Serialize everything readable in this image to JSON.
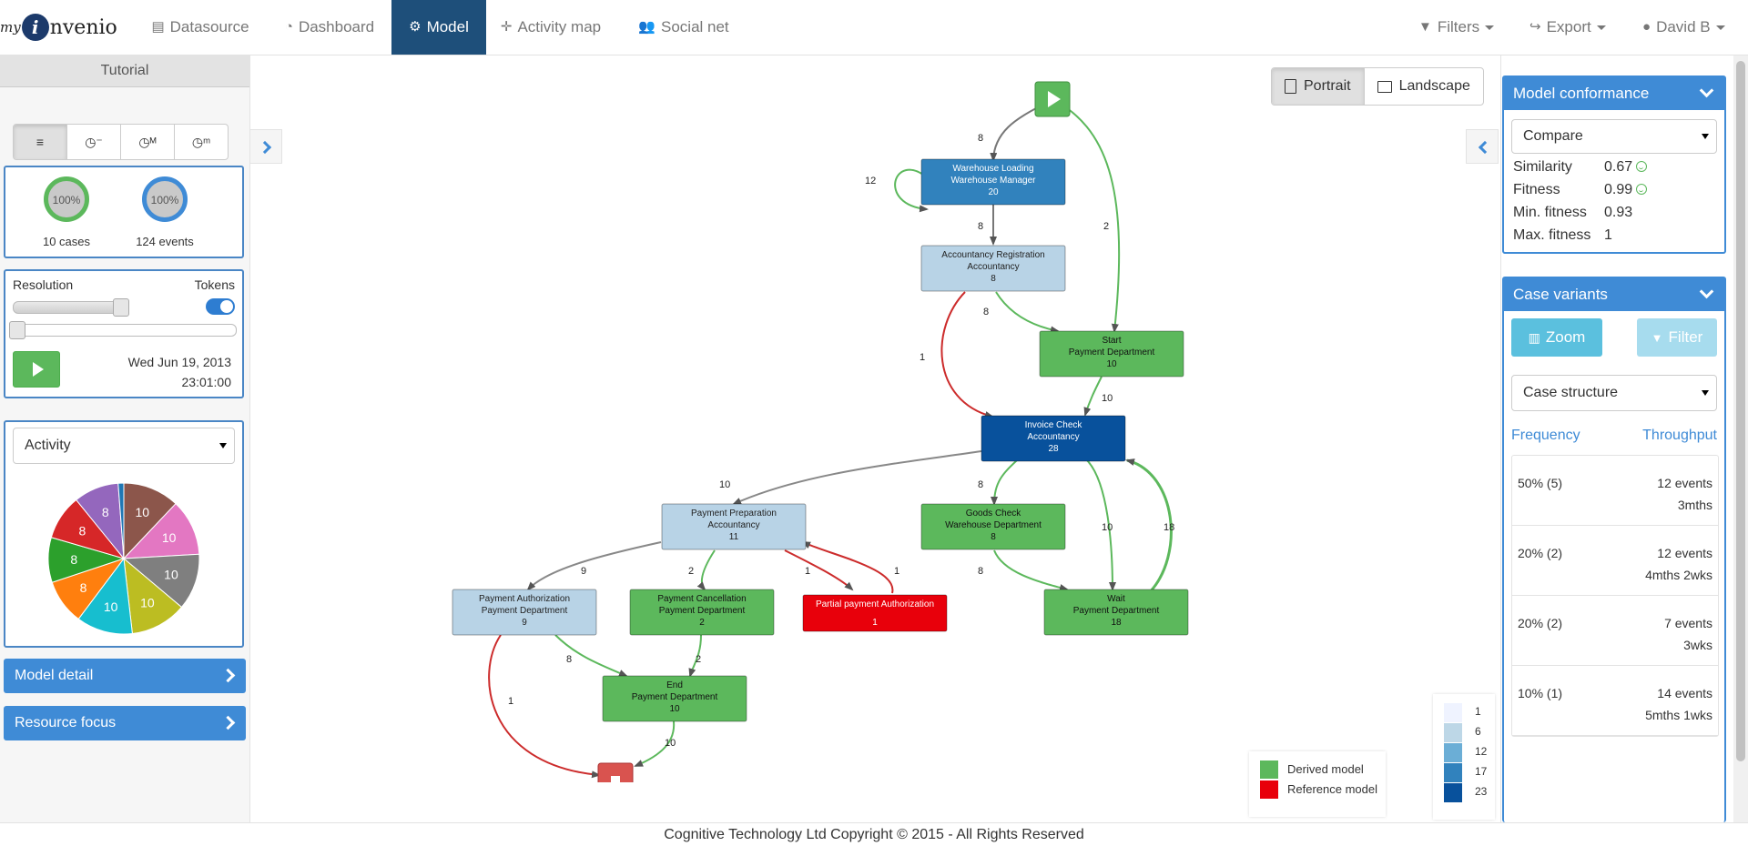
{
  "nav": {
    "logo_my": "my",
    "logo_i": "i",
    "logo_rest": "nvenio",
    "items": [
      {
        "label": "Datasource",
        "icon": "database-icon"
      },
      {
        "label": "Dashboard",
        "icon": "dashboard-icon"
      },
      {
        "label": "Model",
        "icon": "cogs-icon"
      },
      {
        "label": "Activity map",
        "icon": "crosshair-icon"
      },
      {
        "label": "Social net",
        "icon": "users-icon"
      }
    ],
    "active": "Model",
    "right": [
      {
        "label": "Filters",
        "icon": "filter-icon"
      },
      {
        "label": "Export",
        "icon": "share-icon"
      },
      {
        "label": "David B",
        "icon": "user-icon"
      }
    ]
  },
  "left": {
    "tutorial": "Tutorial",
    "view_buttons": [
      "list-icon",
      "clock-minus-icon",
      "clock-max-icon",
      "clock-min-icon"
    ],
    "stats": [
      {
        "value": "100%",
        "caption": "10 cases",
        "color": "#5cb85c"
      },
      {
        "value": "100%",
        "caption": "124 events",
        "color": "#3f8bd6"
      }
    ],
    "resolution_label": "Resolution",
    "tokens_label": "Tokens",
    "tokens_on": true,
    "date": "Wed Jun 19, 2013",
    "time": "23:01:00",
    "activity_select": "Activity",
    "pie": [
      {
        "value": 10,
        "color": "#8c564b"
      },
      {
        "value": 10,
        "color": "#e377c2"
      },
      {
        "value": 10,
        "color": "#7f7f7f"
      },
      {
        "value": 10,
        "color": "#bcbd22"
      },
      {
        "value": 10,
        "color": "#17becf"
      },
      {
        "value": 8,
        "color": "#ff7f0e"
      },
      {
        "value": 8,
        "color": "#2ca02c"
      },
      {
        "value": 8,
        "color": "#d62728"
      },
      {
        "value": 8,
        "color": "#9467bd"
      },
      {
        "value": 1,
        "color": "#1f77b4"
      }
    ],
    "model_detail": "Model detail",
    "resource_focus": "Resource focus"
  },
  "canvas": {
    "portrait": "Portrait",
    "landscape": "Landscape",
    "nodes": [
      {
        "id": "warehouse-loading",
        "lines": [
          "Warehouse Loading",
          "Warehouse Manager",
          "20"
        ],
        "fill": "#3182bd",
        "text": "#fff"
      },
      {
        "id": "accountancy-registration",
        "lines": [
          "Accountancy Registration",
          "Accountancy",
          "8"
        ],
        "fill": "#b8d3e6",
        "text": "#222"
      },
      {
        "id": "start",
        "lines": [
          "Start",
          "Payment Department",
          "10"
        ],
        "fill": "#5cb85c",
        "text": "#111"
      },
      {
        "id": "invoice-check",
        "lines": [
          "Invoice Check",
          "Accountancy",
          "28"
        ],
        "fill": "#08519c",
        "text": "#fff"
      },
      {
        "id": "payment-preparation",
        "lines": [
          "Payment Preparation",
          "Accountancy",
          "11"
        ],
        "fill": "#b8d3e6",
        "text": "#222"
      },
      {
        "id": "goods-check",
        "lines": [
          "Goods Check",
          "Warehouse Department",
          "8"
        ],
        "fill": "#5cb85c",
        "text": "#111"
      },
      {
        "id": "payment-authorization",
        "lines": [
          "Payment Authorization",
          "Payment Department",
          "9"
        ],
        "fill": "#b8d3e6",
        "text": "#222"
      },
      {
        "id": "payment-cancellation",
        "lines": [
          "Payment Cancellation",
          "Payment Department",
          "2"
        ],
        "fill": "#5cb85c",
        "text": "#111"
      },
      {
        "id": "partial-payment-authorization",
        "lines": [
          "Partial payment Authorization",
          "",
          "1"
        ],
        "fill": "#e8000b",
        "text": "#fff"
      },
      {
        "id": "wait",
        "lines": [
          "Wait",
          "Payment Department",
          "18"
        ],
        "fill": "#5cb85c",
        "text": "#111"
      },
      {
        "id": "end",
        "lines": [
          "End",
          "Payment Department",
          "10"
        ],
        "fill": "#5cb85c",
        "text": "#111"
      }
    ],
    "edge_labels": [
      "8",
      "12",
      "2",
      "8",
      "8",
      "1",
      "10",
      "10",
      "8",
      "2",
      "1",
      "1",
      "9",
      "8",
      "10",
      "18",
      "8",
      "2",
      "1",
      "10"
    ],
    "legend": [
      {
        "label": "Derived model",
        "color": "#5cb85c"
      },
      {
        "label": "Reference model",
        "color": "#e8000b"
      }
    ],
    "scale": [
      {
        "label": "1",
        "color": "#eff3ff"
      },
      {
        "label": "6",
        "color": "#bdd7e7"
      },
      {
        "label": "12",
        "color": "#6baed6"
      },
      {
        "label": "17",
        "color": "#3182bd"
      },
      {
        "label": "23",
        "color": "#08519c"
      }
    ]
  },
  "right": {
    "conformance_title": "Model conformance",
    "compare": "Compare",
    "metrics": [
      {
        "label": "Similarity",
        "value": "0.67",
        "smile": true
      },
      {
        "label": "Fitness",
        "value": "0.99",
        "smile": true
      },
      {
        "label": "Min. fitness",
        "value": "0.93",
        "smile": false
      },
      {
        "label": "Max. fitness",
        "value": "1",
        "smile": false
      }
    ],
    "variants_title": "Case variants",
    "zoom": "Zoom",
    "filter": "Filter",
    "case_structure": "Case structure",
    "frequency": "Frequency",
    "throughput": "Throughput",
    "variants": [
      {
        "pct": "50% (5)",
        "events": "12 events",
        "duration": "3mths"
      },
      {
        "pct": "20% (2)",
        "events": "12 events",
        "duration": "4mths 2wks"
      },
      {
        "pct": "20% (2)",
        "events": "7 events",
        "duration": "3wks"
      },
      {
        "pct": "10% (1)",
        "events": "14 events",
        "duration": "5mths 1wks"
      }
    ]
  },
  "footer": "Cognitive Technology Ltd Copyright © 2015 - All Rights Reserved"
}
